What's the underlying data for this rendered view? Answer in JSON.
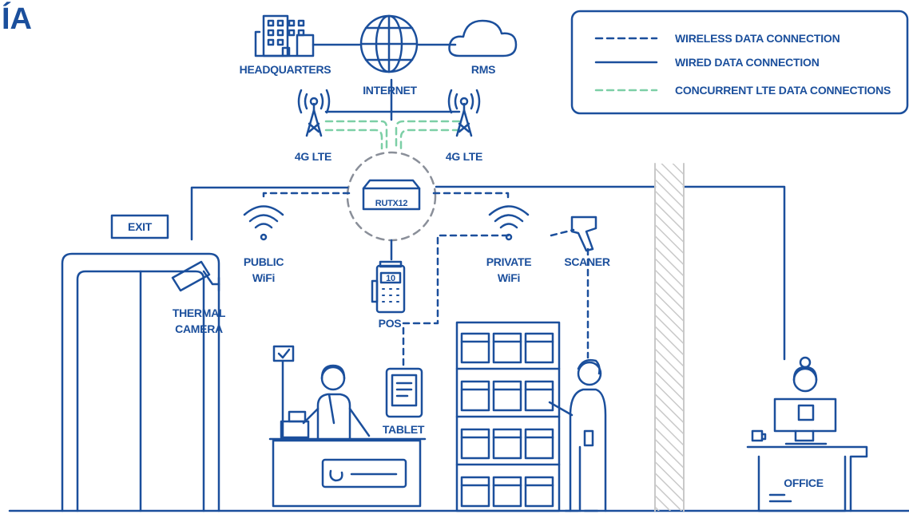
{
  "title_fragment": "ÍA",
  "legend": {
    "wireless": "WIRELESS DATA CONNECTION",
    "wired": "WIRED DATA CONNECTION",
    "lte": "CONCURRENT LTE DATA CONNECTIONS"
  },
  "nodes": {
    "headquarters": "HEADQUARTERS",
    "internet": "INTERNET",
    "rms": "RMS",
    "lte_left": "4G LTE",
    "lte_right": "4G LTE",
    "router": "RUTX12",
    "public_wifi_1": "PUBLIC",
    "public_wifi_2": "WiFi",
    "private_wifi_1": "PRIVATE",
    "private_wifi_2": "WiFi",
    "pos": "POS",
    "pos_screen": "10",
    "scanner": "SCANER",
    "camera_1": "THERMAL",
    "camera_2": "CAMERA",
    "exit": "EXIT",
    "tablet": "TABLET",
    "office": "OFFICE"
  },
  "colors": {
    "primary": "#1b4f9c",
    "lte": "#7ccfa6",
    "hatch": "#c9c9c9"
  }
}
